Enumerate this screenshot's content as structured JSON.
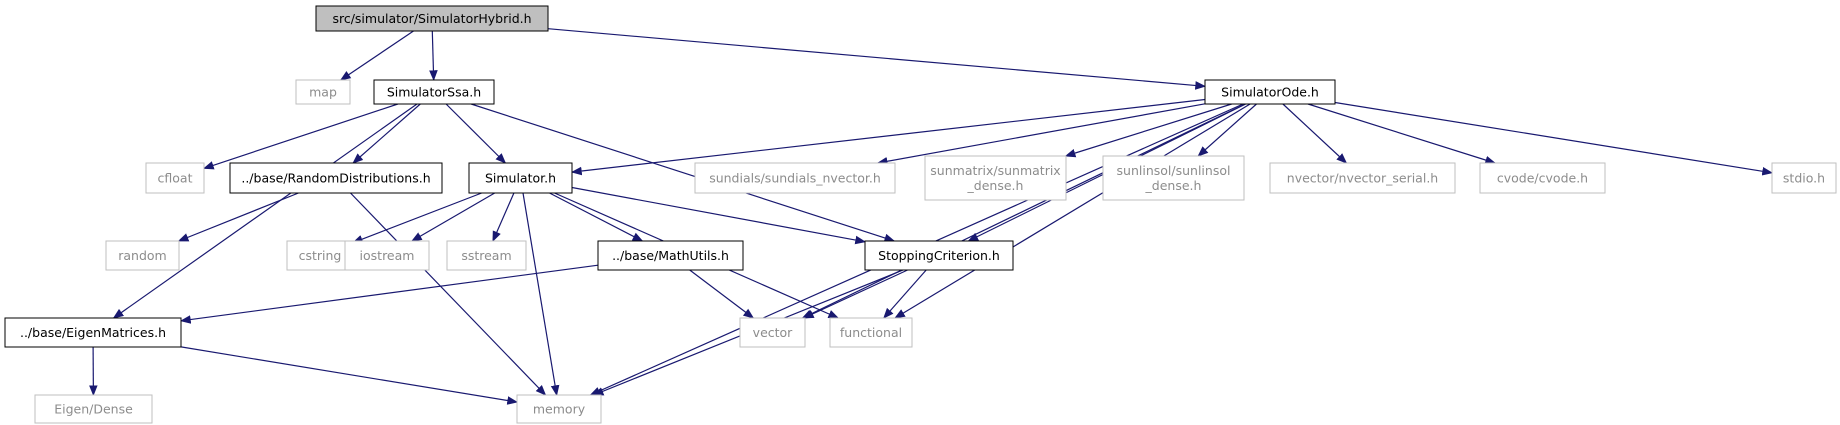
{
  "colors": {
    "edge": "#191970",
    "primary_border": "#000000",
    "primary_text": "#000000",
    "external_border": "#bfbfbf",
    "external_text": "#8c8c8c",
    "root_fill": "#bfbfbf",
    "fill": "#ffffff"
  },
  "nodes": {
    "root": {
      "label": "src/simulator/SimulatorHybrid.h",
      "kind": "root"
    },
    "map": {
      "label": "map",
      "kind": "external"
    },
    "ssa": {
      "label": "SimulatorSsa.h",
      "kind": "primary"
    },
    "ode": {
      "label": "SimulatorOde.h",
      "kind": "primary"
    },
    "cfloat": {
      "label": "cfloat",
      "kind": "external"
    },
    "randdist": {
      "label": "../base/RandomDistributions.h",
      "kind": "primary"
    },
    "simulator": {
      "label": "Simulator.h",
      "kind": "primary"
    },
    "sundials": {
      "label": "sundials/sundials_nvector.h",
      "kind": "external"
    },
    "sunmatrix": {
      "label": [
        "sunmatrix/sunmatrix",
        "_dense.h"
      ],
      "kind": "external"
    },
    "sunlinsol": {
      "label": [
        "sunlinsol/sunlinsol",
        "_dense.h"
      ],
      "kind": "external"
    },
    "nvector": {
      "label": "nvector/nvector_serial.h",
      "kind": "external"
    },
    "cvode": {
      "label": "cvode/cvode.h",
      "kind": "external"
    },
    "stdio": {
      "label": "stdio.h",
      "kind": "external"
    },
    "random": {
      "label": "random",
      "kind": "external"
    },
    "cstring": {
      "label": "cstring",
      "kind": "external"
    },
    "iostream": {
      "label": "iostream",
      "kind": "external"
    },
    "sstream": {
      "label": "sstream",
      "kind": "external"
    },
    "mathutils": {
      "label": "../base/MathUtils.h",
      "kind": "primary"
    },
    "stopping": {
      "label": "StoppingCriterion.h",
      "kind": "primary"
    },
    "eigenmat": {
      "label": "../base/EigenMatrices.h",
      "kind": "primary"
    },
    "vector": {
      "label": "vector",
      "kind": "external"
    },
    "functional": {
      "label": "functional",
      "kind": "external"
    },
    "eigendense": {
      "label": "Eigen/Dense",
      "kind": "external"
    },
    "memory": {
      "label": "memory",
      "kind": "external"
    }
  },
  "edges": [
    [
      "root",
      "map"
    ],
    [
      "root",
      "ssa"
    ],
    [
      "root",
      "ode"
    ],
    [
      "ssa",
      "cfloat"
    ],
    [
      "ssa",
      "randdist"
    ],
    [
      "ssa",
      "simulator"
    ],
    [
      "ssa",
      "stopping"
    ],
    [
      "ssa",
      "eigenmat"
    ],
    [
      "ode",
      "simulator"
    ],
    [
      "ode",
      "sundials"
    ],
    [
      "ode",
      "sunmatrix"
    ],
    [
      "ode",
      "sunlinsol"
    ],
    [
      "ode",
      "nvector"
    ],
    [
      "ode",
      "cvode"
    ],
    [
      "ode",
      "stdio"
    ],
    [
      "ode",
      "stopping"
    ],
    [
      "ode",
      "vector"
    ],
    [
      "ode",
      "functional"
    ],
    [
      "ode",
      "memory"
    ],
    [
      "randdist",
      "random"
    ],
    [
      "randdist",
      "memory"
    ],
    [
      "simulator",
      "cstring"
    ],
    [
      "simulator",
      "iostream"
    ],
    [
      "simulator",
      "sstream"
    ],
    [
      "simulator",
      "mathutils"
    ],
    [
      "simulator",
      "stopping"
    ],
    [
      "simulator",
      "functional"
    ],
    [
      "simulator",
      "memory"
    ],
    [
      "mathutils",
      "eigenmat"
    ],
    [
      "mathutils",
      "vector"
    ],
    [
      "stopping",
      "vector"
    ],
    [
      "stopping",
      "functional"
    ],
    [
      "stopping",
      "memory"
    ],
    [
      "eigenmat",
      "eigendense"
    ],
    [
      "eigenmat",
      "memory"
    ]
  ]
}
